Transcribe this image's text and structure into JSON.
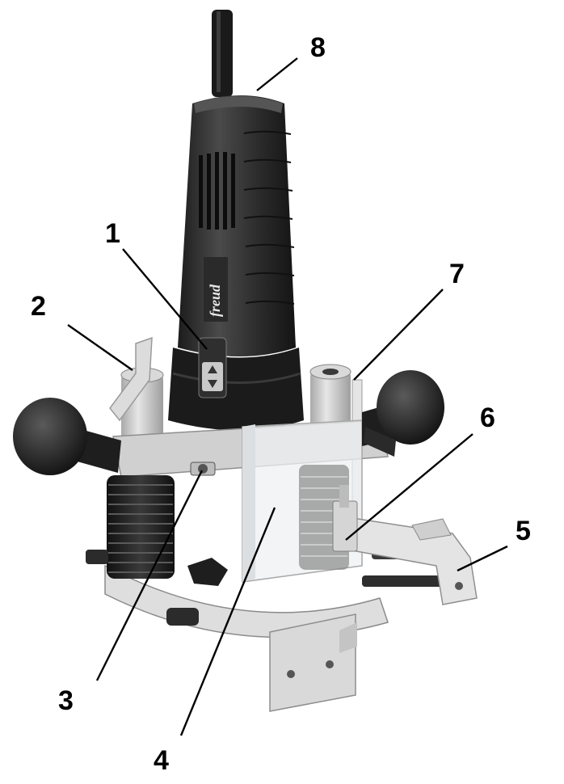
{
  "figure": {
    "subject": "plunge router with accessories",
    "brand_mark": "freud",
    "colors": {
      "body_dark": "#2b2b2b",
      "body_mid": "#3d3d3d",
      "metal_light": "#d6d6d6",
      "metal_mid": "#b8b8b8",
      "clear_plastic": "#e9ecee",
      "knob": "#1e1e1e",
      "leader_line": "#000000"
    }
  },
  "callouts": [
    {
      "id": "1",
      "label": "1"
    },
    {
      "id": "2",
      "label": "2"
    },
    {
      "id": "3",
      "label": "3"
    },
    {
      "id": "4",
      "label": "4"
    },
    {
      "id": "5",
      "label": "5"
    },
    {
      "id": "6",
      "label": "6"
    },
    {
      "id": "7",
      "label": "7"
    },
    {
      "id": "8",
      "label": "8"
    }
  ]
}
